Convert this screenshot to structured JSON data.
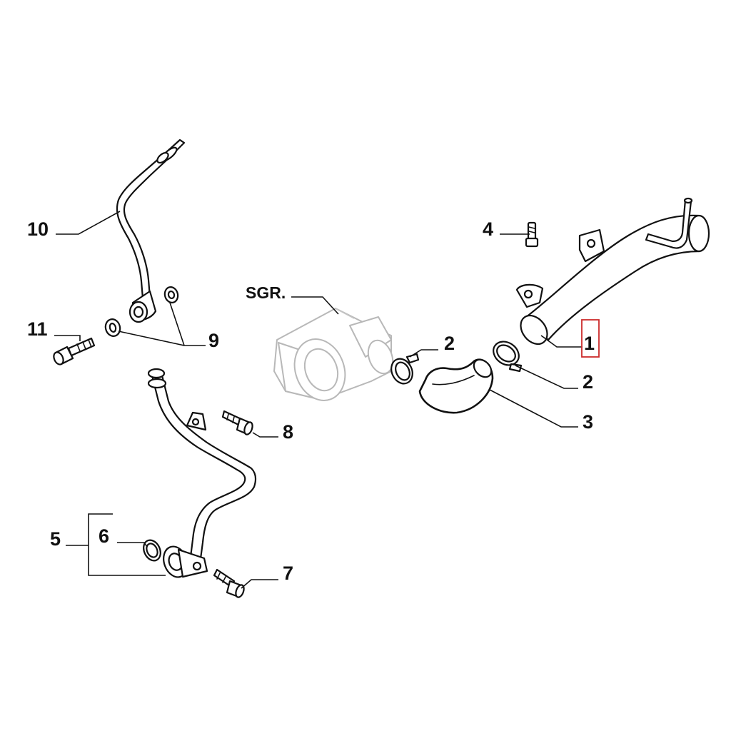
{
  "diagram": {
    "callouts": {
      "p1": "1",
      "p2a": "2",
      "p2b": "2",
      "p3": "3",
      "p4": "4",
      "p5": "5",
      "p6": "6",
      "p7": "7",
      "p8": "8",
      "p9": "9",
      "p10": "10",
      "p11": "11",
      "sgr": "SGR."
    },
    "highlighted_callout": "1",
    "highlight_color": "#cc2b2b"
  }
}
